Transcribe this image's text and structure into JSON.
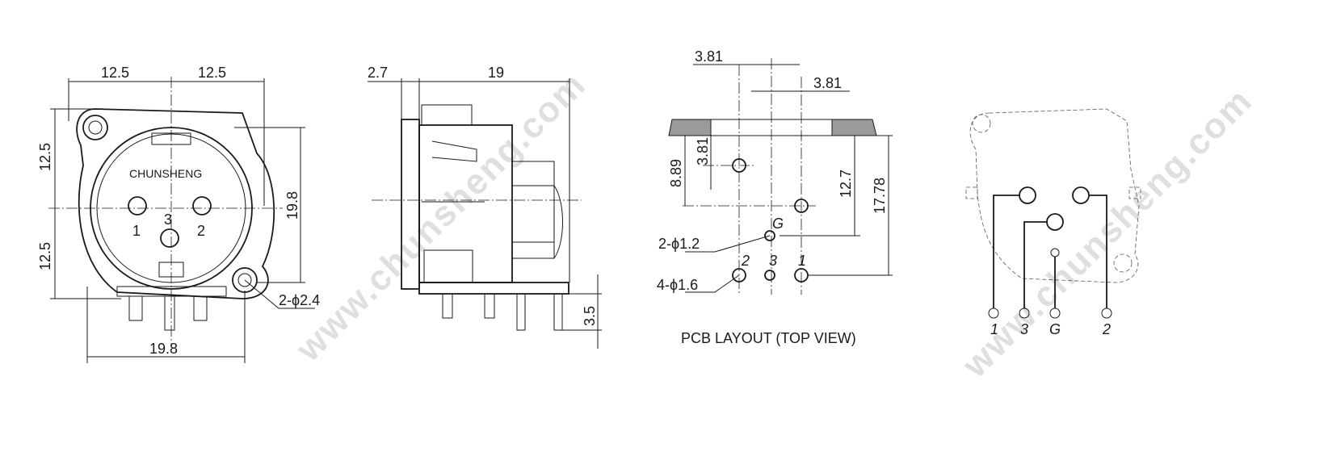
{
  "watermark": "www.chunsheng.com",
  "front_view": {
    "brand": "CHUNSHENG",
    "pin_1": "1",
    "pin_2": "2",
    "pin_3": "3",
    "dim_top_left": "12.5",
    "dim_top_right": "12.5",
    "dim_left_upper": "12.5",
    "dim_left_lower": "12.5",
    "dim_height": "19.8",
    "dim_bottom": "19.8",
    "hole_callout": "2-ϕ2.4"
  },
  "side_view": {
    "dim_flange": "2.7",
    "dim_depth": "19",
    "dim_pin_length": "3.5"
  },
  "pcb_layout": {
    "title": "PCB LAYOUT (TOP VIEW)",
    "dim_pitch_top": "3.81",
    "dim_pitch_right": "3.81",
    "dim_8_89": "8.89",
    "dim_3_81_vertical": "3.81",
    "dim_12_7": "12.7",
    "dim_17_78": "17.78",
    "callout_small_holes": "2-ϕ1.2",
    "callout_large_holes": "4-ϕ1.6",
    "label_g": "G",
    "label_1": "1",
    "label_2": "2",
    "label_3": "3"
  },
  "schematic": {
    "label_1": "1",
    "label_3": "3",
    "label_g": "G",
    "label_2": "2"
  }
}
